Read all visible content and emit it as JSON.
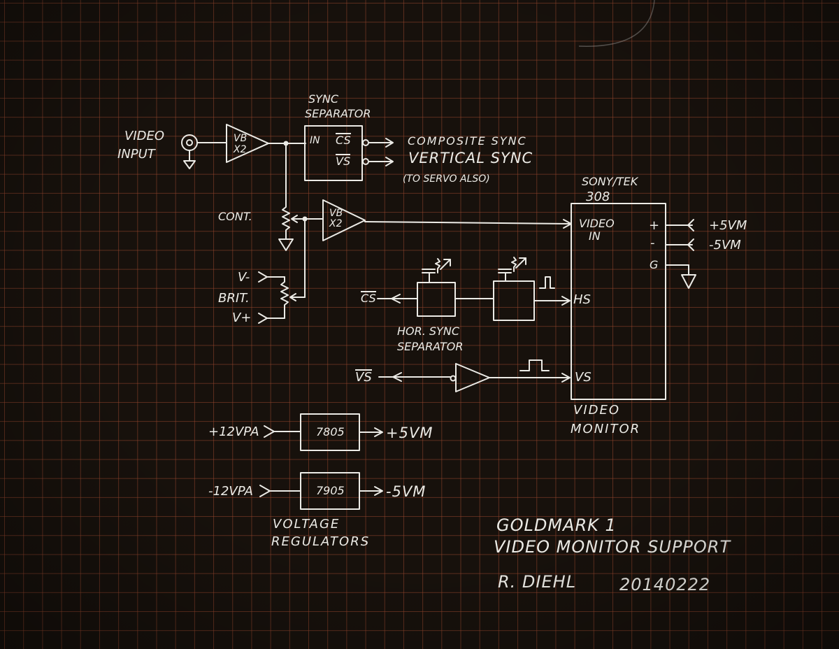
{
  "video_path": {
    "input_label_1": "VIDEO",
    "input_label_2": "INPUT",
    "buffer1_1": "VB",
    "buffer1_2": "X2",
    "sync_sep_title_1": "SYNC",
    "sync_sep_title_2": "SEPARATOR",
    "sync_in": "IN",
    "sync_cs": "CS",
    "sync_vs": "VS",
    "out_composite": "COMPOSITE SYNC",
    "out_vertical": "VERTICAL SYNC",
    "out_note": "(TO SERVO ALSO)",
    "contrast": "CONT.",
    "buffer2_1": "VB",
    "buffer2_2": "X2",
    "v_minus": "V-",
    "bright": "BRIT.",
    "v_plus": "V+"
  },
  "monitor": {
    "model_1": "SONY/TEK",
    "model_2": "308",
    "video_in_1": "VIDEO",
    "video_in_2": "IN",
    "plus": "+",
    "minus": "-",
    "ground": "G",
    "hs": "HS",
    "vs": "VS",
    "supply_pos": "+5VM",
    "supply_neg": "-5VM",
    "title_1": "VIDEO",
    "title_2": "MONITOR"
  },
  "hsync": {
    "cs_in": "CS",
    "vs_in": "VS",
    "title_1": "HOR. SYNC",
    "title_2": "SEPARATOR"
  },
  "regulators": {
    "in_pos": "+12VPA",
    "chip_pos": "7805",
    "out_pos": "+5VM",
    "in_neg": "-12VPA",
    "chip_neg": "7905",
    "out_neg": "-5VM",
    "title_1": "VOLTAGE",
    "title_2": "REGULATORS"
  },
  "title_block": {
    "line1": "GOLDMARK 1",
    "line2": "VIDEO MONITOR SUPPORT",
    "author": "R. DIEHL",
    "date": "20140222"
  }
}
